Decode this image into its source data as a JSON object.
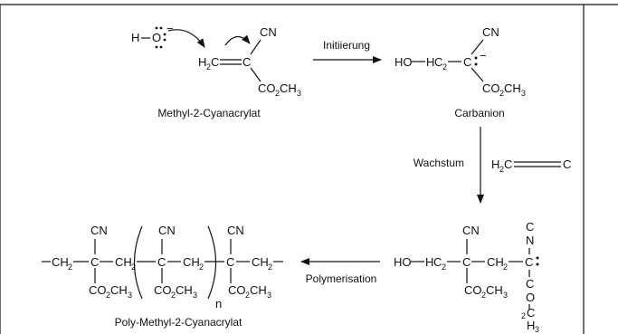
{
  "labels": {
    "monomer": "Methyl-2-Cyanacrylat",
    "carbanion": "Carbanion",
    "polymer": "Poly-Methyl-2-Cyanacrylat",
    "initiation": "Initiierung",
    "growth": "Wachstum",
    "polymerisation": "Polymerisation"
  },
  "atoms": {
    "H": "H",
    "O": "O",
    "C": "C",
    "N": "N",
    "HO": "HO",
    "CN": "CN",
    "H2": "H",
    "CH": "CH",
    "CO": "CO",
    "CH3": "CH",
    "sub2": "2",
    "sub3": "3",
    "n": "n",
    "charge": "−"
  }
}
